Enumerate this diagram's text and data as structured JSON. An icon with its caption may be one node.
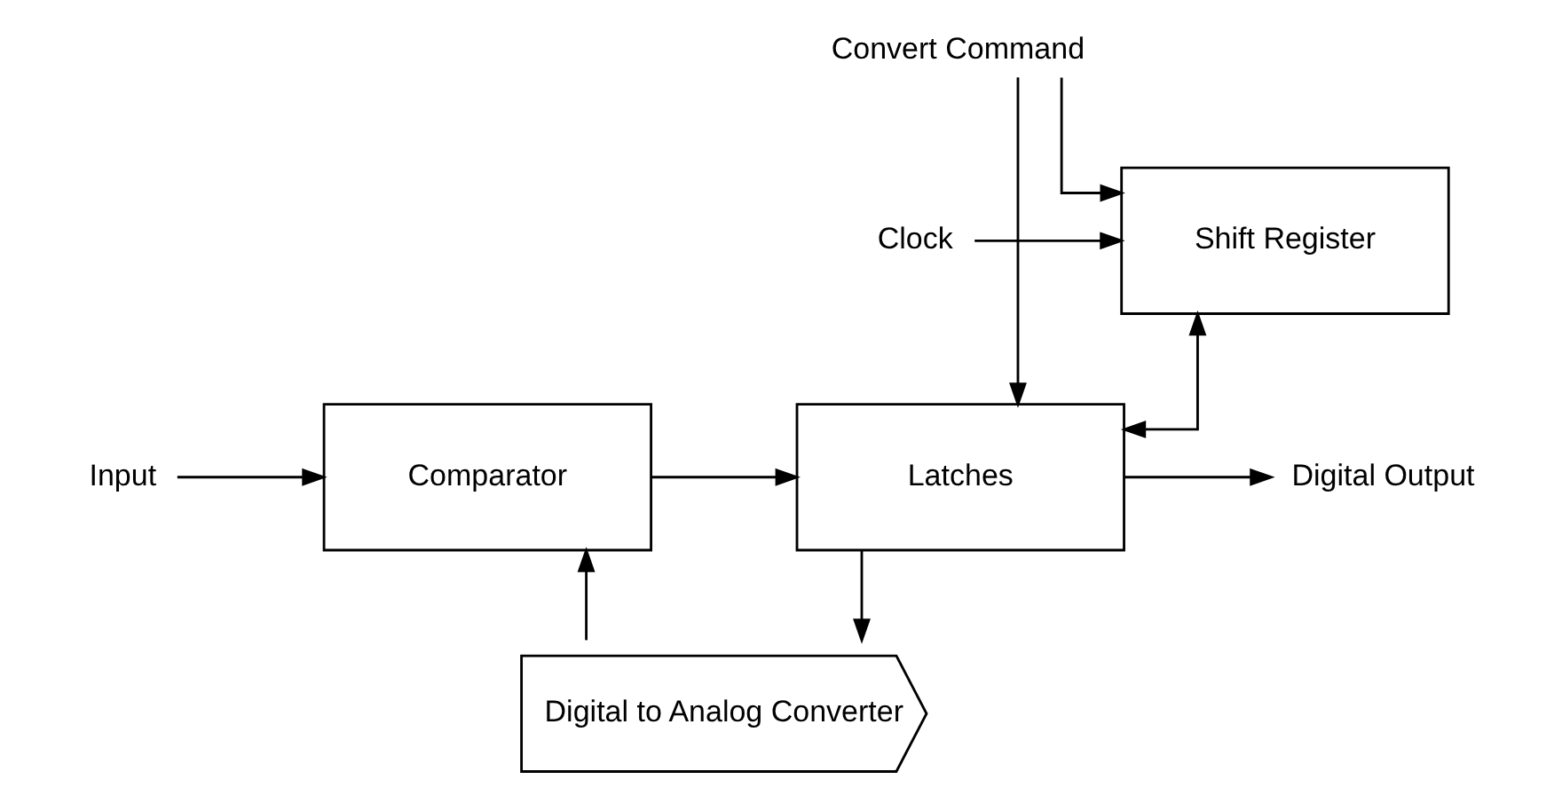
{
  "diagram": {
    "nodes": [
      {
        "text": [
          "Convert Command"
        ]
      },
      {
        "text": [
          "Shift Register"
        ]
      },
      {
        "text": [
          "Clock"
        ]
      },
      {
        "text": [
          "Latches"
        ]
      },
      {
        "text": [
          "Comparator"
        ]
      },
      {
        "text": [
          "Input"
        ]
      },
      {
        "text": [
          "Digital Output"
        ]
      },
      {
        "text": [
          "Digital to Analog Converter"
        ]
      }
    ],
    "edges": [
      {
        "from": 0,
        "to": 1,
        "arrow": "to"
      },
      {
        "from": 0,
        "to": 3,
        "arrow": "to"
      },
      {
        "from": 2,
        "to": 1,
        "arrow": "to"
      },
      {
        "from": 1,
        "to": 3,
        "arrow": "both"
      },
      {
        "from": 4,
        "to": 3,
        "arrow": "to"
      },
      {
        "from": 5,
        "to": 4,
        "arrow": "to"
      },
      {
        "from": 3,
        "to": 6,
        "arrow": "to"
      },
      {
        "from": 3,
        "to": 7,
        "arrow": "to"
      },
      {
        "from": 7,
        "to": 4,
        "arrow": "to"
      }
    ]
  }
}
